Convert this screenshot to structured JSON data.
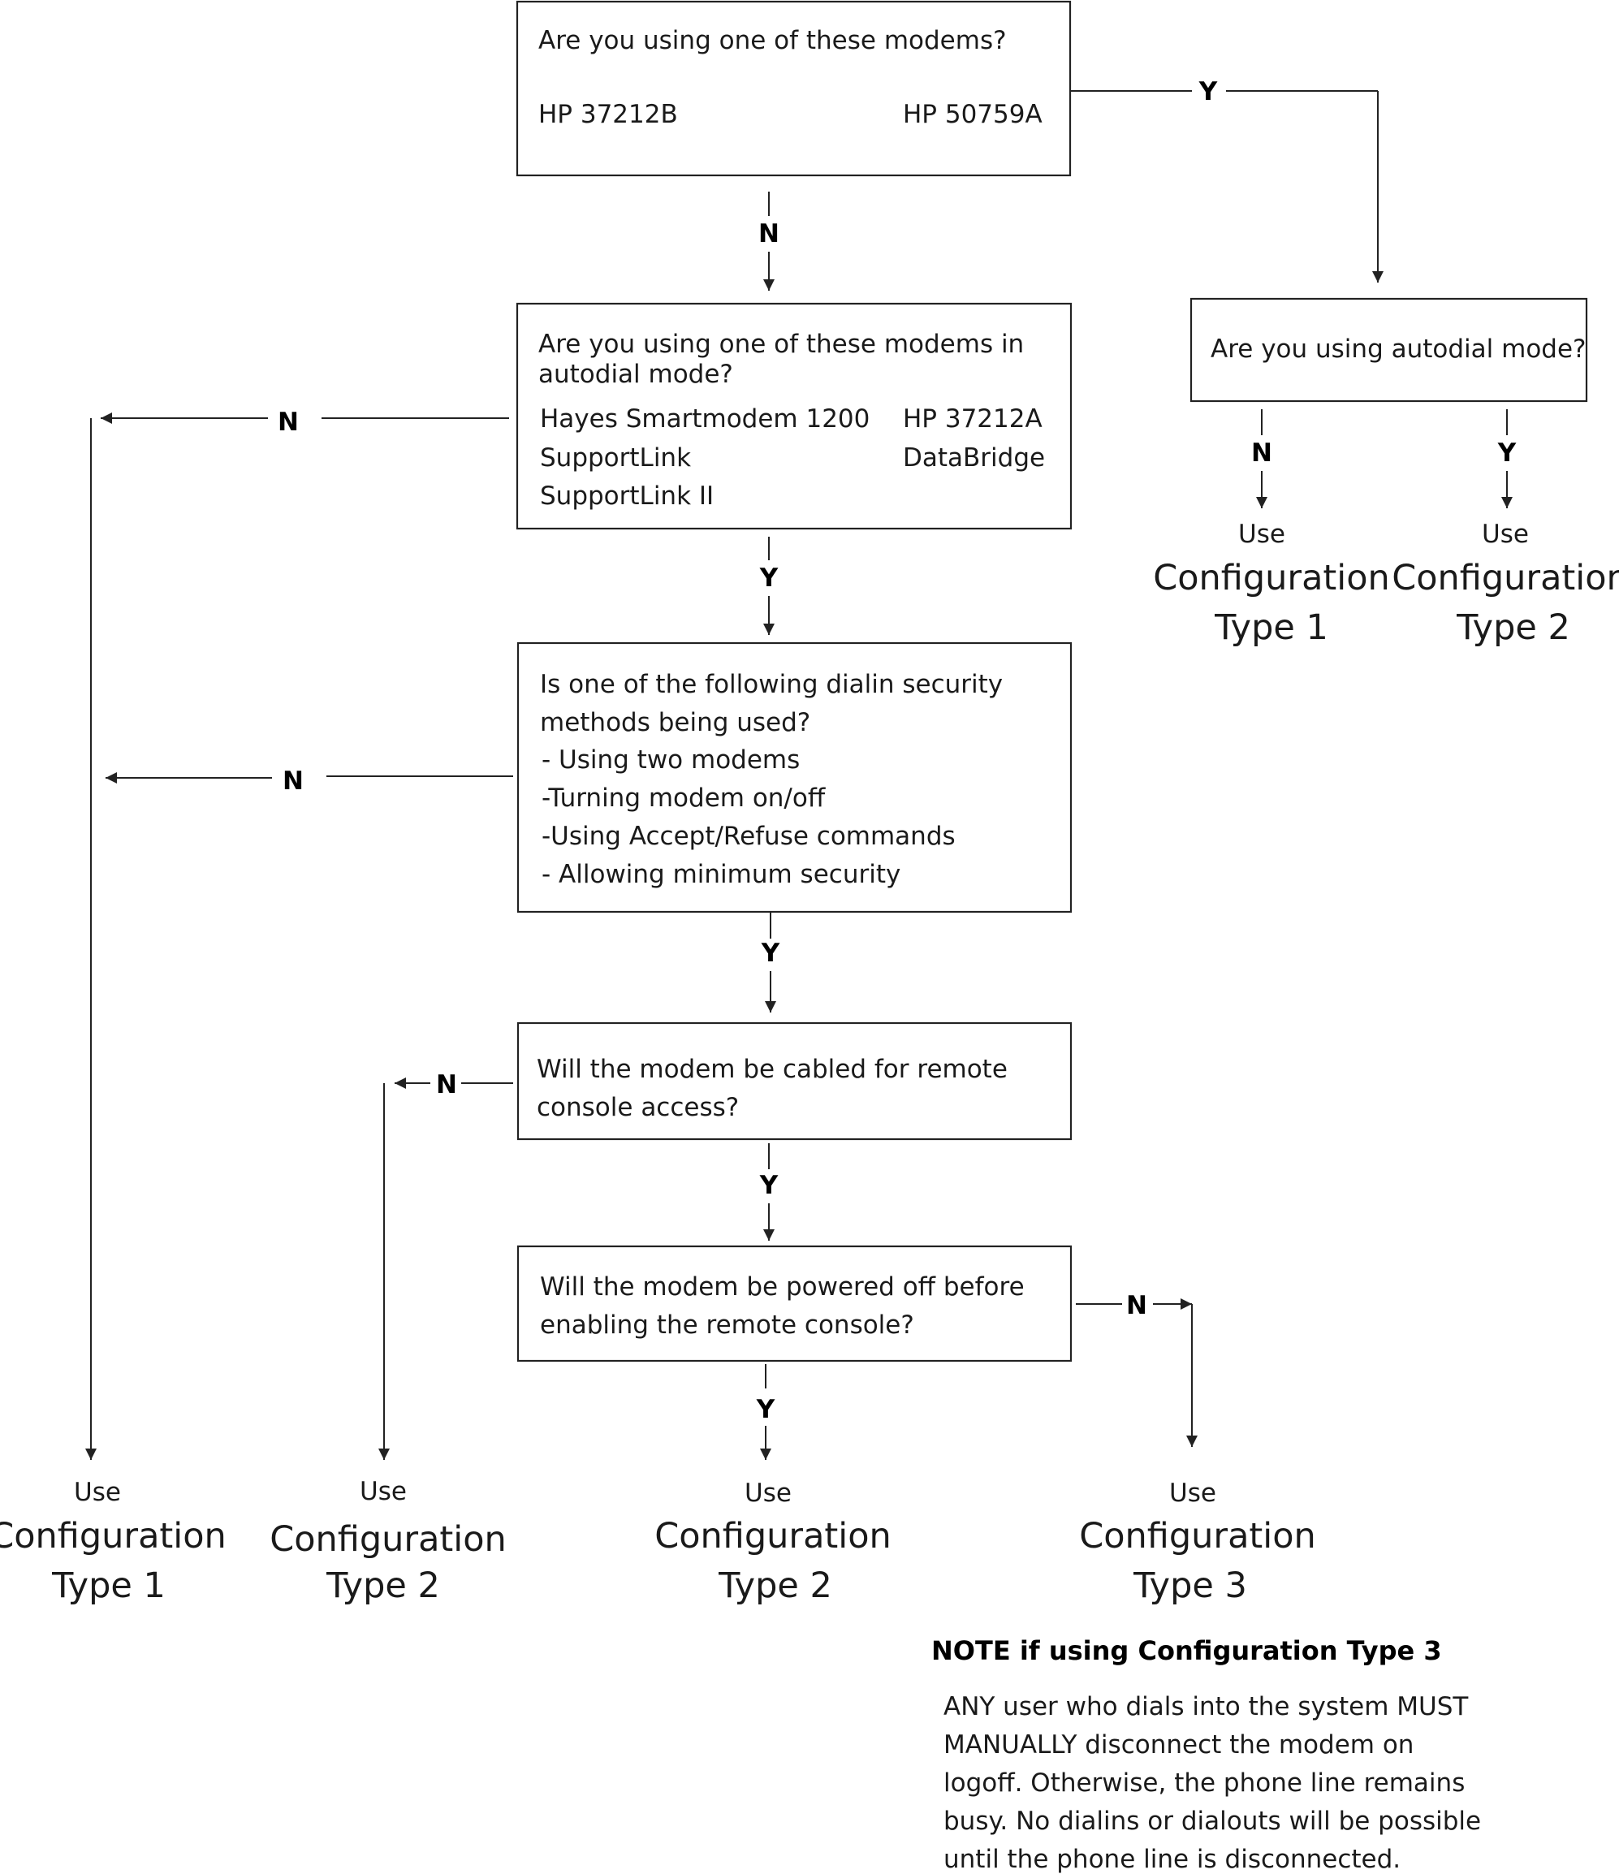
{
  "q1": {
    "question": "Are you using one of these modems?",
    "modem_left": "HP 37212B",
    "modem_right": "HP 50759A",
    "yes": "Y",
    "no": "N"
  },
  "q_autodial_right": {
    "question": "Are you using autodial mode?",
    "no": "N",
    "yes": "Y"
  },
  "q2": {
    "line1": "Are you using one of these modems in",
    "line2": "autodial mode?",
    "modems_left": [
      "Hayes Smartmodem 1200",
      "SupportLink",
      "SupportLink II"
    ],
    "modems_right": [
      "HP 37212A",
      "DataBridge"
    ],
    "no": "N",
    "yes": "Y"
  },
  "q3": {
    "line1": "Is one of the following dialin security",
    "line2": "methods being used?",
    "methods": [
      "- Using two modems",
      "-Turning modem on/off",
      "-Using Accept/Refuse commands",
      "- Allowing minimum security"
    ],
    "no": "N",
    "yes": "Y"
  },
  "q4": {
    "line1": "Will the modem be cabled for remote",
    "line2": "console access?",
    "no": "N",
    "yes": "Y"
  },
  "q5": {
    "line1": "Will the modem be powered off before",
    "line2": "enabling the remote console?",
    "no": "N",
    "yes": "Y"
  },
  "outcomes": {
    "top_right_1": {
      "use": "Use",
      "config": "Configuration",
      "type": "Type 1"
    },
    "top_right_2": {
      "use": "Use",
      "config": "Configuration",
      "type": "Type 2"
    },
    "bottom_1": {
      "use": "Use",
      "config": "Configuration",
      "type": "Type 1"
    },
    "bottom_2": {
      "use": "Use",
      "config": "Configuration",
      "type": "Type 2"
    },
    "bottom_3": {
      "use": "Use",
      "config": "Configuration",
      "type": "Type 2"
    },
    "bottom_4": {
      "use": "Use",
      "config": "Configuration",
      "type": "Type 3"
    }
  },
  "note": {
    "heading": "NOTE if using Configuration Type 3",
    "lines": [
      "ANY user who dials into the system MUST",
      "MANUALLY disconnect the modem on",
      "logoff.  Otherwise, the phone line remains",
      "busy.  No dialins or dialouts will be possible",
      "until the phone line is disconnected."
    ]
  }
}
